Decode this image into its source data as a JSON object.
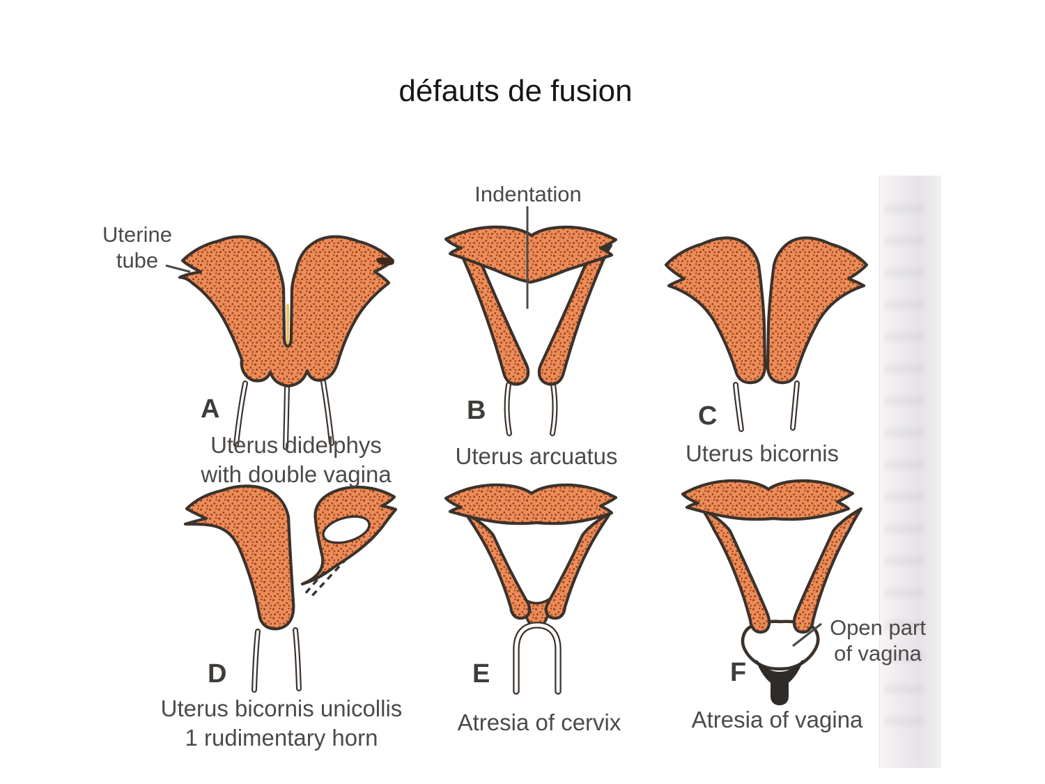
{
  "slide": {
    "title": "défauts de fusion"
  },
  "palette": {
    "uterus_fill": "#EC8C58",
    "uterus_stipple_dot": "#9A4320",
    "outline": "#3B322C",
    "label_gray": "#4C4A48",
    "atresia_black": "#2E2B29",
    "slit_yellow": "#E8B64C",
    "page_edge_gray": "#E6E4E8"
  },
  "figure": {
    "annotations": {
      "uterine_tube_line1": "Uterine",
      "uterine_tube_line2": "tube",
      "indentation": "Indentation",
      "open_part_line1": "Open part",
      "open_part_line2": "of vagina"
    },
    "panels": [
      {
        "letter": "A",
        "caption_line1": "Uterus didelphys",
        "caption_line2": "with double vagina"
      },
      {
        "letter": "B",
        "caption_line1": "Uterus arcuatus",
        "caption_line2": ""
      },
      {
        "letter": "C",
        "caption_line1": "Uterus bicornis",
        "caption_line2": ""
      },
      {
        "letter": "D",
        "caption_line1": "Uterus bicornis unicollis",
        "caption_line2": "1 rudimentary horn"
      },
      {
        "letter": "E",
        "caption_line1": "Atresia of cervix",
        "caption_line2": ""
      },
      {
        "letter": "F",
        "caption_line1": "Atresia of vagina",
        "caption_line2": ""
      }
    ]
  }
}
